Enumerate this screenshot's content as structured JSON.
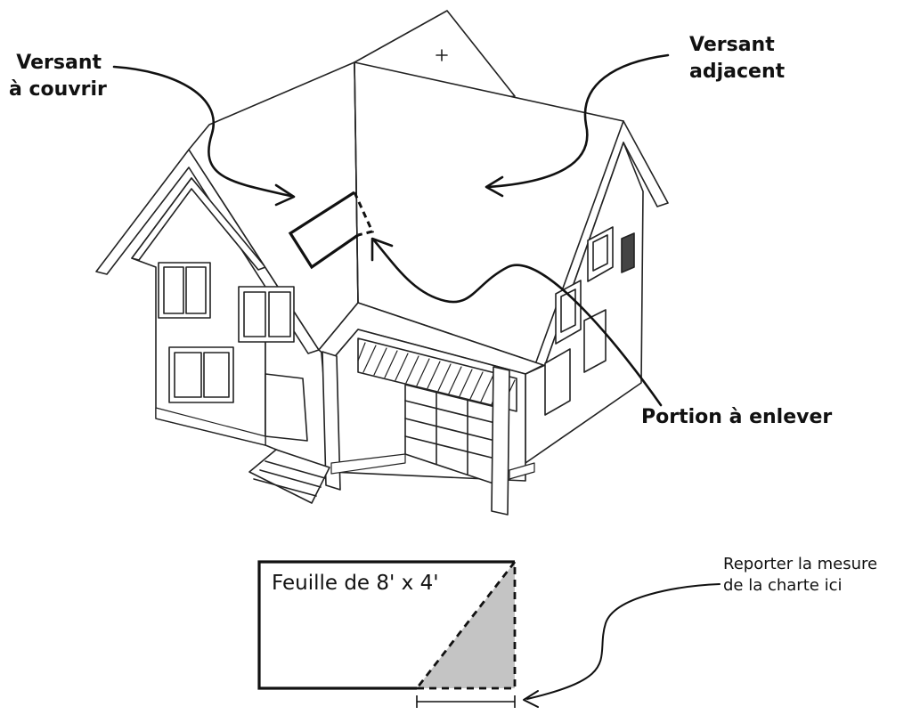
{
  "labels": {
    "versant_a_couvrir": [
      "Versant",
      "à couvrir"
    ],
    "versant_adjacent": [
      "Versant",
      "adjacent"
    ],
    "portion_a_enlever": "Portion à enlever",
    "feuille": "Feuille de 8' x 4'",
    "reporter": [
      "Reporter la mesure",
      "de la charte ici"
    ]
  },
  "colors": {
    "stroke": "#111111",
    "fill_removed": "#c4c4c4",
    "background": "#ffffff"
  }
}
